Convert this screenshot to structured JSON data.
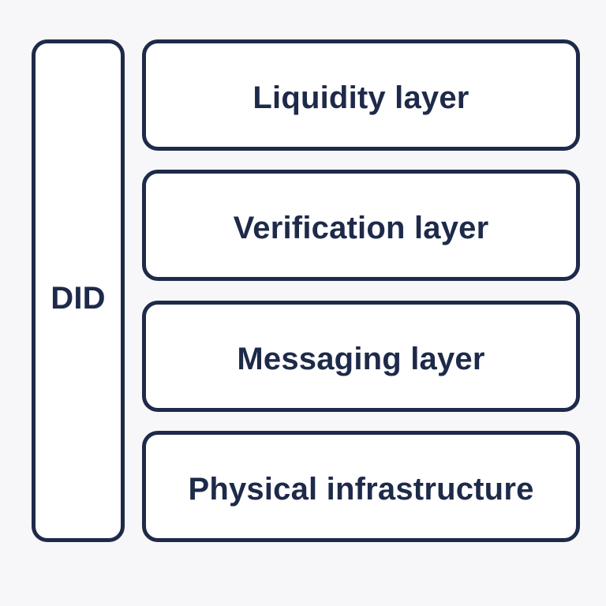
{
  "diagram": {
    "left_block": {
      "label": "DID"
    },
    "layers": [
      {
        "label": "Liquidity layer"
      },
      {
        "label": "Verification layer"
      },
      {
        "label": "Messaging layer"
      },
      {
        "label": "Physical infrastructure"
      }
    ]
  },
  "colors": {
    "background": "#f7f7f9",
    "box_fill": "#ffffff",
    "outline": "#1e2a49",
    "text": "#1e2a49"
  }
}
